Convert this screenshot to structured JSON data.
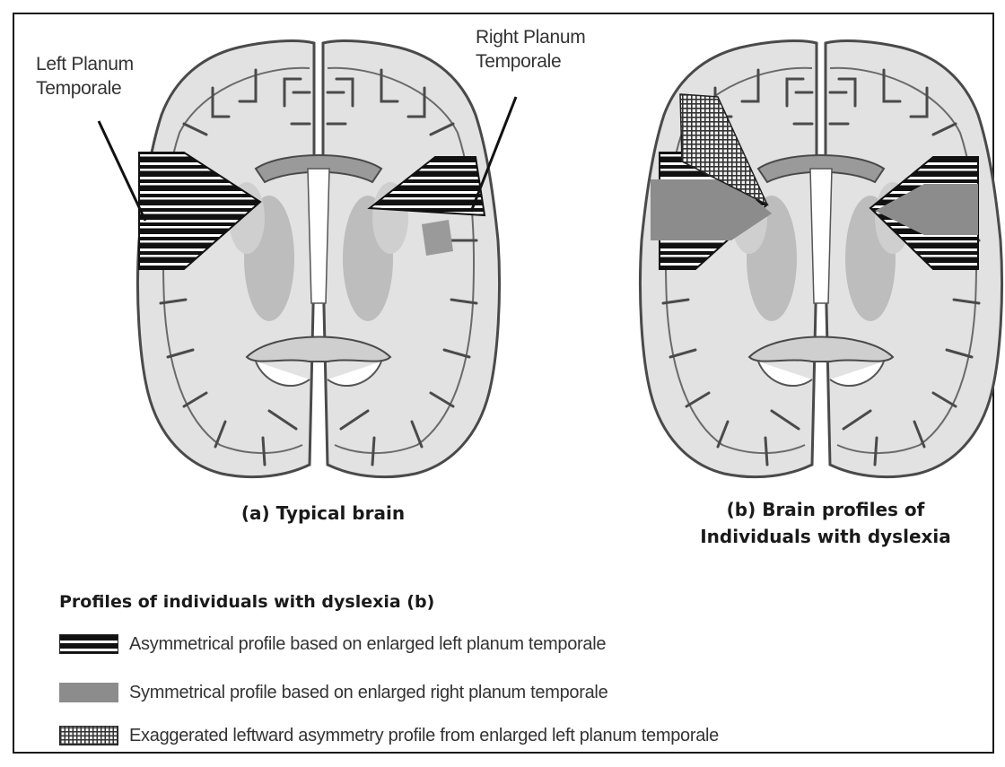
{
  "labels": {
    "left_planum": [
      "Left Planum",
      "Temporale"
    ],
    "right_planum": [
      "Right Planum",
      "Temporale"
    ]
  },
  "captions": {
    "a": "(a) Typical brain",
    "b_line1": "(b) Brain profiles of",
    "b_line2": "Individuals with dyslexia"
  },
  "legend": {
    "title": "Profiles of individuals with dyslexia (b)",
    "items": [
      {
        "pattern": "black-white-stripes",
        "text": "Asymmetrical profile based on enlarged left planum temporale"
      },
      {
        "pattern": "solid-gray",
        "text": "Symmetrical profile based on enlarged right planum temporale"
      },
      {
        "pattern": "crosshatch",
        "text": "Exaggerated leftward asymmetry profile from enlarged left planum temporale"
      }
    ]
  },
  "colors": {
    "brain_fill": "#e2e2e2",
    "brain_outline": "#4a4a4a",
    "deep_gray": "#bdbdbd",
    "symmetric_gray": "#8c8c8c",
    "stripe_dark": "#111111"
  }
}
